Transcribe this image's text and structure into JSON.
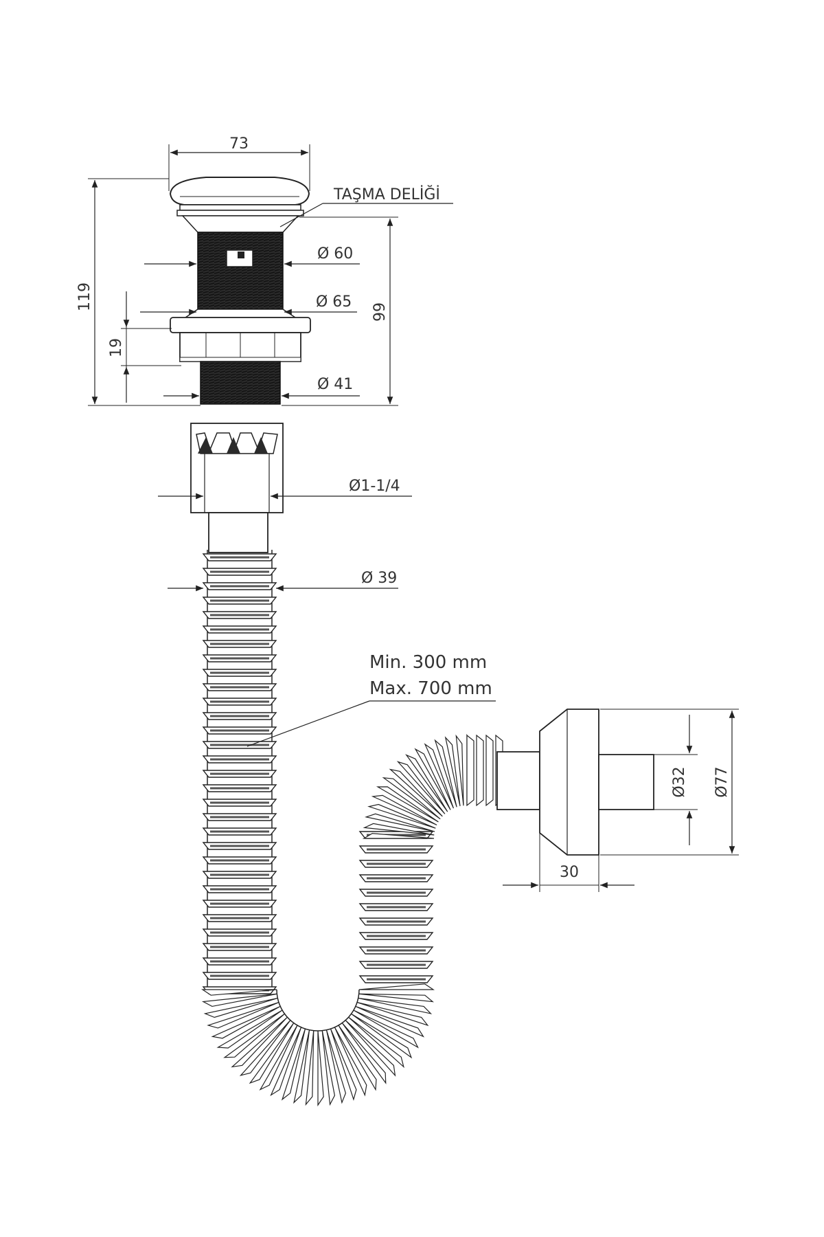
{
  "labels": {
    "overflow_hole": "TAŞMA DELİĞİ",
    "length_range_min": "Min. 300 mm",
    "length_range_max": "Max. 700 mm"
  },
  "dimensions": {
    "cap_width": "73",
    "total_height": "119",
    "body_height": "99",
    "nut_height": "19",
    "dia_60": "Ø 60",
    "dia_65": "Ø 65",
    "dia_41": "Ø 41",
    "dia_inch": "Ø1-1/4",
    "dia_39": "Ø 39",
    "dia_32": "Ø32",
    "dia_77": "Ø77",
    "flange_depth": "30"
  },
  "colors": {
    "line": "#222222",
    "fill_dark": "#1a1a1a",
    "fill_light": "#ffffff"
  }
}
